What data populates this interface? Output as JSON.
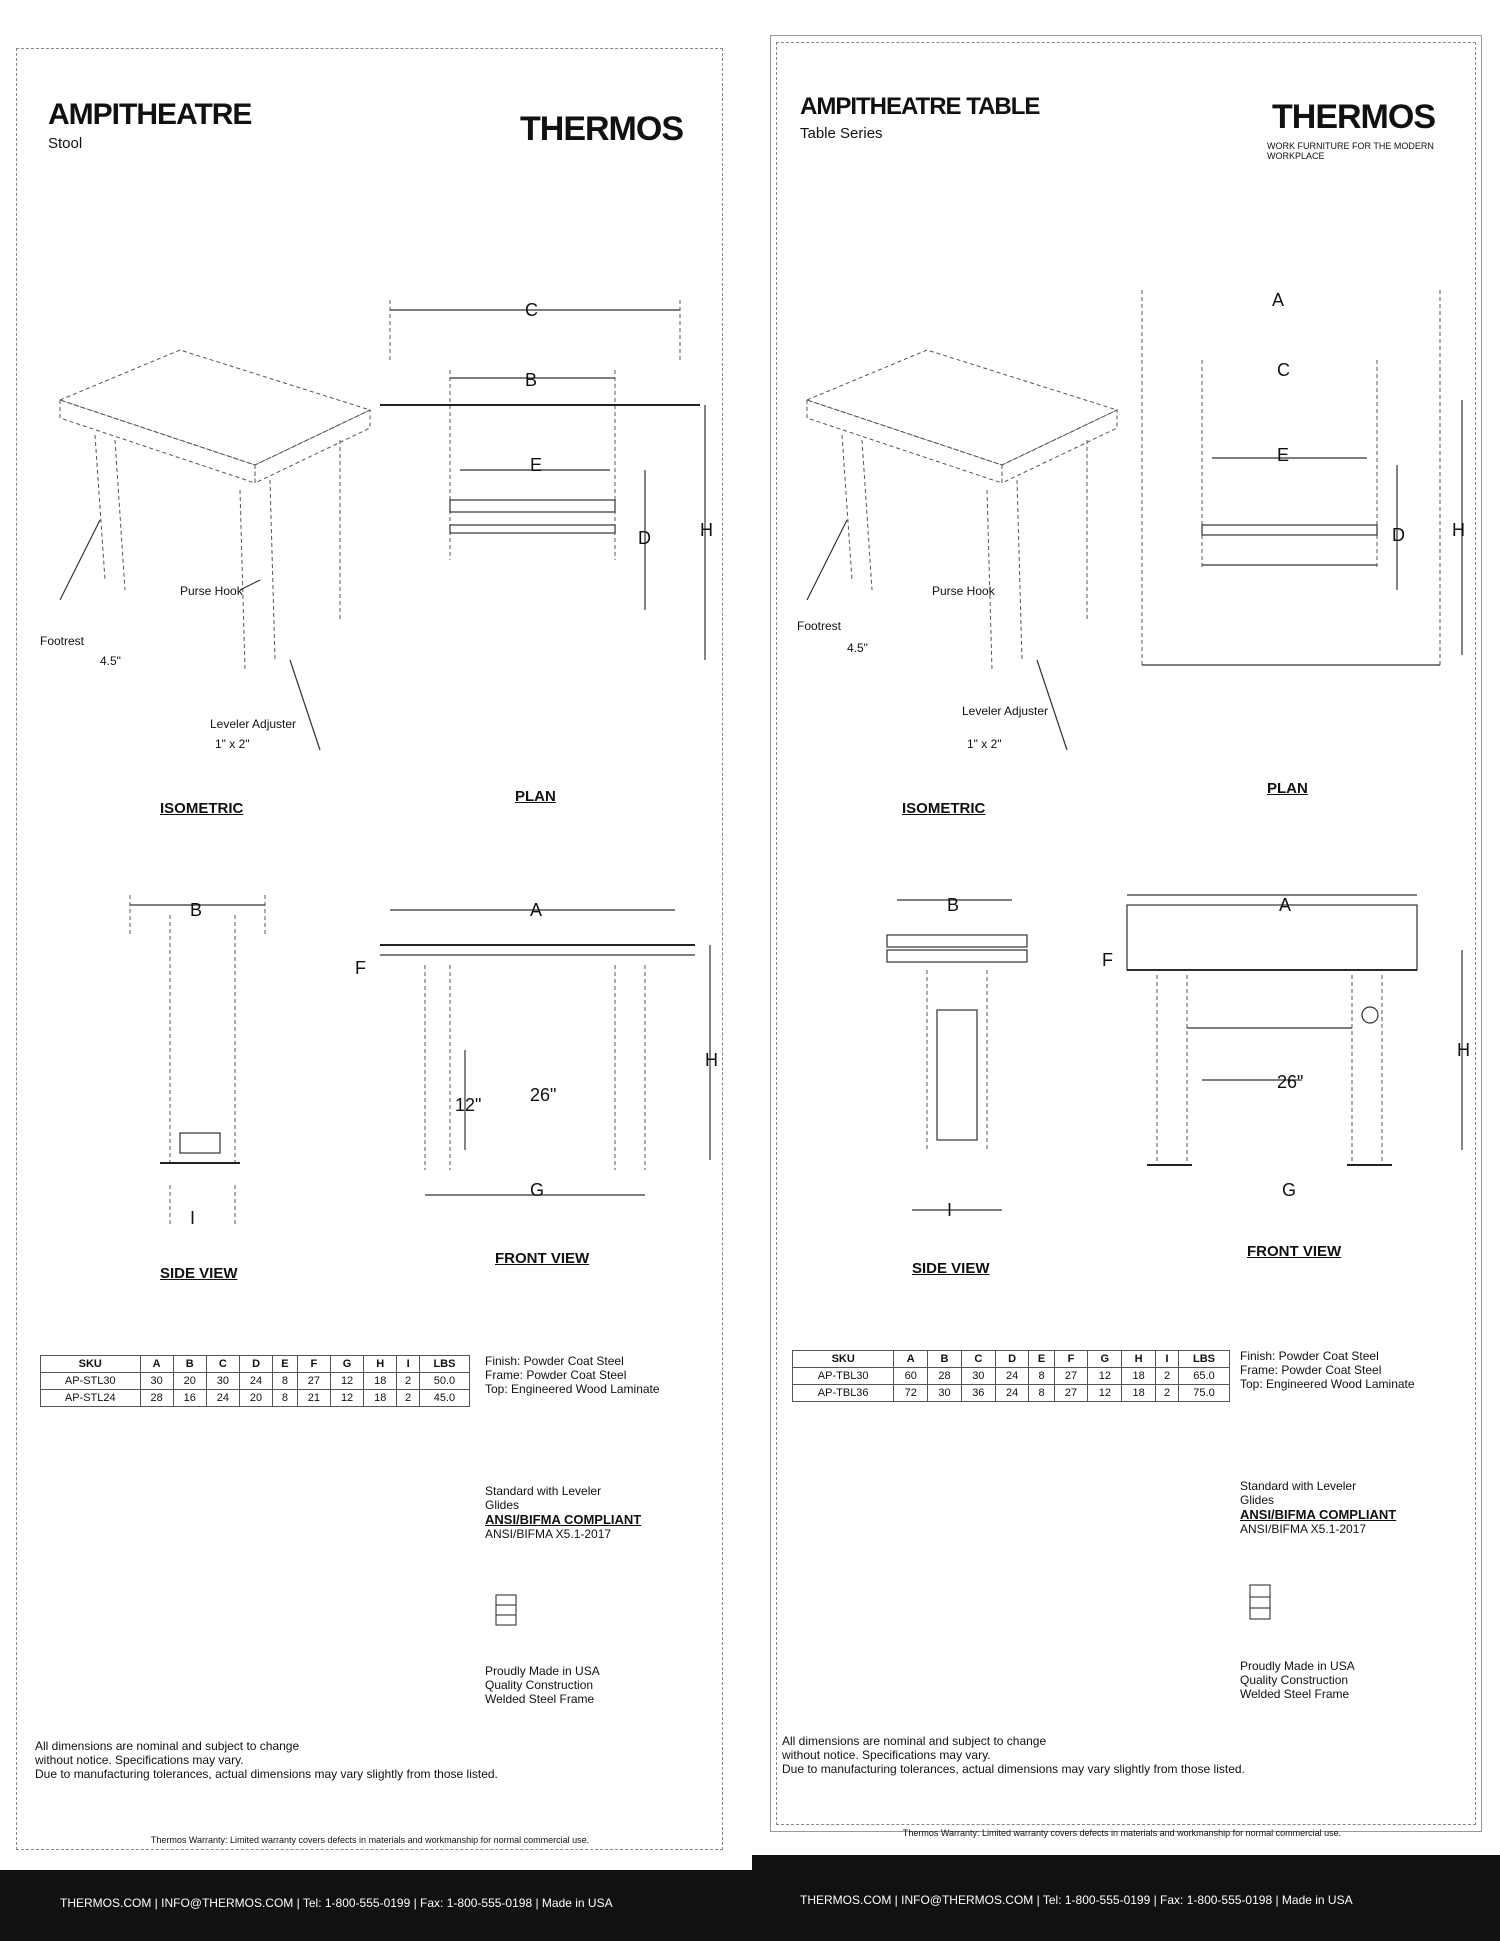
{
  "left": {
    "title": "AMPITHEATRE",
    "subtitle": "Stool",
    "logo": "THERMOS",
    "tagline": "",
    "view_labels": {
      "isometric": "ISOMETRIC",
      "plan": "PLAN",
      "side": "SIDE VIEW",
      "front": "FRONT VIEW"
    },
    "iso_labels": {
      "hook": "Purse Hook",
      "footrest": "Footrest",
      "footrest_size": "4.5\"",
      "adjuster": "Leveler Adjuster",
      "adjuster_size": "1\" x 2\""
    },
    "dims": {
      "a": "A",
      "b": "B",
      "c": "C",
      "d": "D",
      "e": "E",
      "f": "F",
      "g": "G",
      "h": "H",
      "i": "I",
      "side_b": "B",
      "front_a": "A",
      "front_g": "G",
      "front_26": "26\"",
      "front_12": "12\""
    },
    "table": {
      "headers": [
        "SKU",
        "A",
        "B",
        "C",
        "D",
        "E",
        "F",
        "G",
        "H",
        "I",
        "LBS"
      ],
      "rows": [
        [
          "AP-STL30",
          "30",
          "20",
          "30",
          "24",
          "8",
          "27",
          "12",
          "18",
          "2",
          "50.0"
        ],
        [
          "AP-STL24",
          "28",
          "16",
          "24",
          "20",
          "8",
          "21",
          "12",
          "18",
          "2",
          "45.0"
        ]
      ]
    },
    "notes": [
      "Finish: Powder Coat Steel",
      "Frame: Powder Coat Steel",
      "Top: Engineered Wood Laminate"
    ],
    "cert": {
      "line1": "Standard with Leveler",
      "line2": "Glides",
      "bold": "ANSI/BIFMA COMPLIANT",
      "line3": "ANSI/BIFMA X5.1-2017"
    },
    "made_in": "Proudly Made in USA",
    "made_in_2": "Quality Construction",
    "made_in_3": "Welded Steel Frame",
    "legal": [
      "All dimensions are nominal and subject to change",
      "without notice. Specifications may vary.",
      "Due to manufacturing tolerances, actual dimensions may vary slightly from those listed."
    ],
    "warranty": "Thermos Warranty: Limited warranty covers defects in materials and workmanship for normal commercial use.",
    "footer": "THERMOS.COM | INFO@THERMOS.COM | Tel: 1-800-555-0199 | Fax: 1-800-555-0198 | Made in USA"
  },
  "right": {
    "title": "AMPITHEATRE TABLE",
    "subtitle": "Table Series",
    "logo": "THERMOS",
    "tagline": "WORK FURNITURE FOR THE MODERN WORKPLACE",
    "view_labels": {
      "isometric": "ISOMETRIC",
      "plan": "PLAN",
      "side": "SIDE VIEW",
      "front": "FRONT VIEW"
    },
    "iso_labels": {
      "hook": "Purse Hook",
      "footrest": "Footrest",
      "footrest_size": "4.5\"",
      "adjuster": "Leveler Adjuster",
      "adjuster_size": "1\" x 2\""
    },
    "table": {
      "headers": [
        "SKU",
        "A",
        "B",
        "C",
        "D",
        "E",
        "F",
        "G",
        "H",
        "I",
        "LBS"
      ],
      "rows": [
        [
          "AP-TBL30",
          "60",
          "28",
          "30",
          "24",
          "8",
          "27",
          "12",
          "18",
          "2",
          "65.0"
        ],
        [
          "AP-TBL36",
          "72",
          "30",
          "36",
          "24",
          "8",
          "27",
          "12",
          "18",
          "2",
          "75.0"
        ]
      ]
    },
    "notes": [
      "Finish: Powder Coat Steel",
      "Frame: Powder Coat Steel",
      "Top: Engineered Wood Laminate"
    ],
    "cert": {
      "line1": "Standard with Leveler",
      "line2": "Glides",
      "bold": "ANSI/BIFMA COMPLIANT",
      "line3": "ANSI/BIFMA X5.1-2017"
    },
    "made_in": "Proudly Made in USA",
    "made_in_2": "Quality Construction",
    "made_in_3": "Welded Steel Frame",
    "legal": [
      "All dimensions are nominal and subject to change",
      "without notice. Specifications may vary.",
      "Due to manufacturing tolerances, actual dimensions may vary slightly from those listed."
    ],
    "warranty": "Thermos Warranty: Limited warranty covers defects in materials and workmanship for normal commercial use.",
    "footer": "THERMOS.COM | INFO@THERMOS.COM | Tel: 1-800-555-0199 | Fax: 1-800-555-0198 | Made in USA"
  }
}
